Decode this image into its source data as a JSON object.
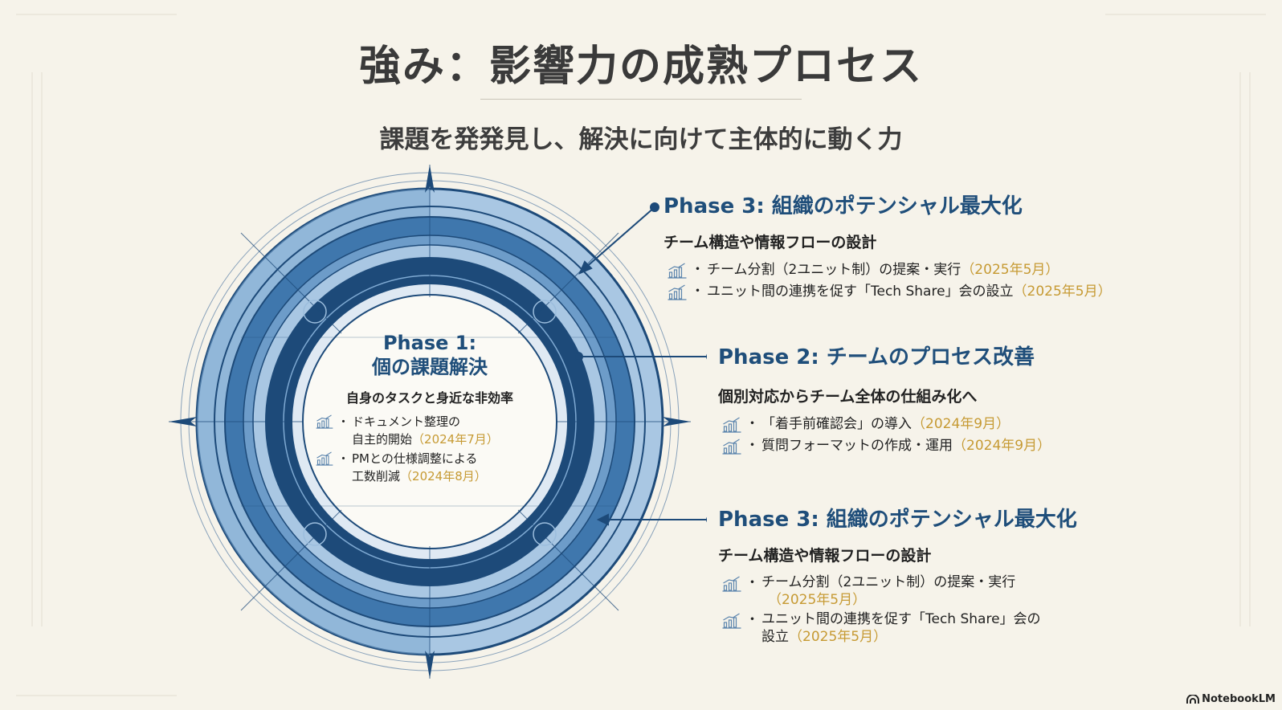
{
  "title": "強み：影響力の成熟プロセス",
  "subtitle": "課題を発発見し、解決に向けて主体的に動く力",
  "center": {
    "title_line1": "Phase 1:",
    "title_line2": "個の課題解決",
    "subtitle": "自身のタスクと身近な非効率",
    "items": [
      {
        "text_line1": "ドキュメント整理の",
        "text_line2": "自主的開始",
        "date": "（2024年7月）"
      },
      {
        "text_line1": "PMとの仕様調整による",
        "text_line2": "工数削減",
        "date": "（2024年8月）"
      }
    ]
  },
  "phase3_top": {
    "title": "Phase 3: 組織のポテンシャル最大化",
    "subtitle": "チーム構造や情報フローの設計",
    "items": [
      {
        "text": "チーム分割（2ユニット制）の提案・実行",
        "date": "（2025年5月）"
      },
      {
        "text": "ユニット間の連携を促す「Tech Share」会の設立",
        "date": "（2025年5月）"
      }
    ]
  },
  "phase2": {
    "title": "Phase 2: チームのプロセス改善",
    "subtitle": "個別対応からチーム全体の仕組み化へ",
    "items": [
      {
        "text": "「着手前確認会」の導入",
        "date": "（2024年9月）"
      },
      {
        "text": "質問フォーマットの作成・運用",
        "date": "（2024年9月）"
      }
    ]
  },
  "phase3_bottom": {
    "title": "Phase 3: 組織のポテンシャル最大化",
    "subtitle": "チーム構造や情報フローの設計",
    "items": [
      {
        "text_line1": "チーム分割（2ユニット制）の提案・実行",
        "date": "（2025年5月）"
      },
      {
        "text_line1": "ユニット間の連携を促す「Tech Share」会の",
        "text_line2": "設立",
        "date": "（2025年5月）"
      }
    ]
  },
  "bullet": "・",
  "brand": "NotebookLM",
  "colors": {
    "navy": "#1f4e7a",
    "ring_dark": "#1d4a79",
    "ring_mid": "#3f77ad",
    "ring_light": "#9bbddd",
    "date_gold": "#c69a33",
    "background": "#f6f3ea"
  },
  "icons": [
    "chart-icon",
    "notebooklm-logo-icon"
  ]
}
